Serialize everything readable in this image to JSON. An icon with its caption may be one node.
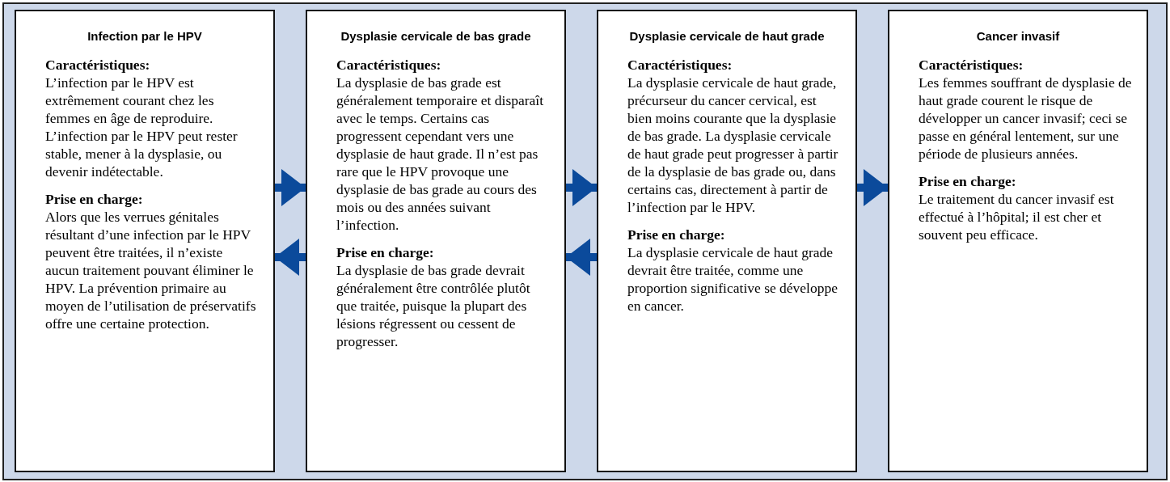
{
  "diagram": {
    "nodes": [
      {
        "text": [
          "Infection par le HPV",
          "Caractéristiques:",
          "L’infection par le HPV est extrêmement courant chez les femmes en âge de reproduire. L’infection par le HPV peut rester stable, mener à la dysplasie, ou devenir indétectable.",
          "Prise en charge:",
          "Alors que les verrues génitales résultant d’une infection par le HPV peuvent être traitées, il n’existe aucun traitement pouvant éliminer le HPV. La prévention primaire au moyen de l’utilisation de préservatifs offre une certaine protection."
        ]
      },
      {
        "text": [
          "Dysplasie cervicale de bas grade",
          "Caractéristiques:",
          "La dysplasie de bas grade est généralement temporaire et disparaît avec le temps. Certains cas progressent cependant vers une dysplasie de haut grade. Il n’est pas rare que le HPV provoque une dysplasie de bas grade au cours des mois ou des années suivant l’infection.",
          "Prise en charge:",
          "La dysplasie de bas grade devrait généralement être contrôlée plutôt que traitée, puisque la plupart des lésions régressent ou cessent de progresser."
        ]
      },
      {
        "text": [
          "Dysplasie cervicale de haut grade",
          "Caractéristiques:",
          "La dysplasie cervicale de haut grade, précurseur du cancer cervical, est bien moins courante que la dysplasie de bas grade. La dysplasie cervicale de haut grade peut progresser à partir de la dysplasie de bas grade ou, dans certains cas, directement à partir de l’infection par le HPV.",
          "Prise en charge:",
          "La dysplasie cervicale de haut grade devrait être traitée, comme une proportion significative se développe en cancer."
        ]
      },
      {
        "text": [
          "Cancer invasif",
          "Caractéristiques:",
          "Les femmes souffrant de dysplasie de haut grade courent le risque de développer un cancer invasif; ceci se passe en général lentement, sur une période de plusieurs années.",
          "Prise en charge:",
          "Le traitement du cancer invasif est effectué à l’hôpital; il est cher et souvent peu efficace."
        ]
      }
    ],
    "edges": [
      {
        "from": 0,
        "to": 1,
        "arrow": "to"
      },
      {
        "from": 1,
        "to": 0,
        "arrow": "to"
      },
      {
        "from": 1,
        "to": 2,
        "arrow": "to"
      },
      {
        "from": 2,
        "to": 1,
        "arrow": "to"
      },
      {
        "from": 2,
        "to": 3,
        "arrow": "to"
      }
    ]
  }
}
